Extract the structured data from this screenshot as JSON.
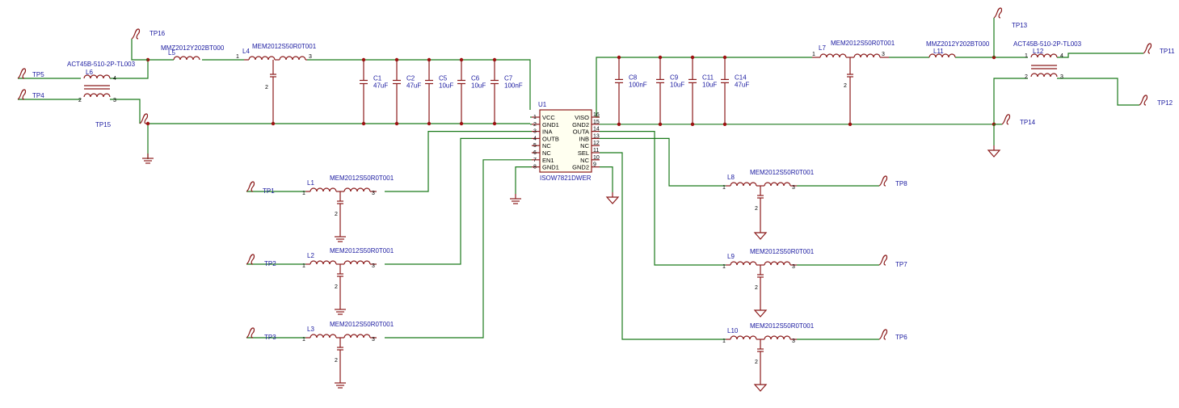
{
  "colors": {
    "wire": "#1b7a1b",
    "part": "#8b1a1a",
    "label": "#1a1aa0",
    "junction": "#a01010"
  },
  "ic": {
    "ref": "U1",
    "value": "ISOW7821DWER",
    "left_pins": [
      {
        "num": "1",
        "name": "VCC"
      },
      {
        "num": "2",
        "name": "GND1"
      },
      {
        "num": "3",
        "name": "INA"
      },
      {
        "num": "4",
        "name": "OUTB"
      },
      {
        "num": "5",
        "name": "NC"
      },
      {
        "num": "6",
        "name": "NC"
      },
      {
        "num": "7",
        "name": "EN1"
      },
      {
        "num": "8",
        "name": "GND1"
      }
    ],
    "right_pins": [
      {
        "num": "16",
        "name": "VISO"
      },
      {
        "num": "15",
        "name": "GND2"
      },
      {
        "num": "14",
        "name": "OUTA"
      },
      {
        "num": "13",
        "name": "INB"
      },
      {
        "num": "12",
        "name": "NC"
      },
      {
        "num": "11",
        "name": "SEL"
      },
      {
        "num": "10",
        "name": "NC"
      },
      {
        "num": "9",
        "name": "GND2"
      }
    ]
  },
  "capacitors": [
    {
      "ref": "C1",
      "value": "47uF"
    },
    {
      "ref": "C2",
      "value": "47uF"
    },
    {
      "ref": "C5",
      "value": "10uF"
    },
    {
      "ref": "C6",
      "value": "10uF"
    },
    {
      "ref": "C7",
      "value": "100nF"
    },
    {
      "ref": "C8",
      "value": "100nF"
    },
    {
      "ref": "C9",
      "value": "10uF"
    },
    {
      "ref": "C11",
      "value": "10uF"
    },
    {
      "ref": "C14",
      "value": "47uF"
    }
  ],
  "ferrites": [
    {
      "ref": "L5",
      "value": "MMZ2012Y202BT000"
    },
    {
      "ref": "L11",
      "value": "MMZ2012Y202BT000"
    }
  ],
  "transformers": [
    {
      "ref": "L6",
      "value": "ACT45B-510-2P-TL003",
      "pin_a": "4",
      "pin_b": "2",
      "pin_c": "3"
    },
    {
      "ref": "L12",
      "value": "ACT45B-510-2P-TL003",
      "pin_a": "1",
      "pin_b": "4",
      "pin_c": "2",
      "pin_d": "3"
    }
  ],
  "filters": [
    {
      "ref": "L4",
      "value": "MEM2012S50R0T001"
    },
    {
      "ref": "L7",
      "value": "MEM2012S50R0T001"
    },
    {
      "ref": "L1",
      "value": "MEM2012S50R0T001"
    },
    {
      "ref": "L2",
      "value": "MEM2012S50R0T001"
    },
    {
      "ref": "L3",
      "value": "MEM2012S50R0T001"
    },
    {
      "ref": "L8",
      "value": "MEM2012S50R0T001"
    },
    {
      "ref": "L9",
      "value": "MEM2012S50R0T001"
    },
    {
      "ref": "L10",
      "value": "MEM2012S50R0T001"
    }
  ],
  "filter_pins": {
    "in": "1",
    "out": "3",
    "gnd": "2"
  },
  "testpoints": [
    "TP1",
    "TP2",
    "TP3",
    "TP4",
    "TP5",
    "TP6",
    "TP7",
    "TP8",
    "TP11",
    "TP12",
    "TP13",
    "TP14",
    "TP15",
    "TP16"
  ]
}
